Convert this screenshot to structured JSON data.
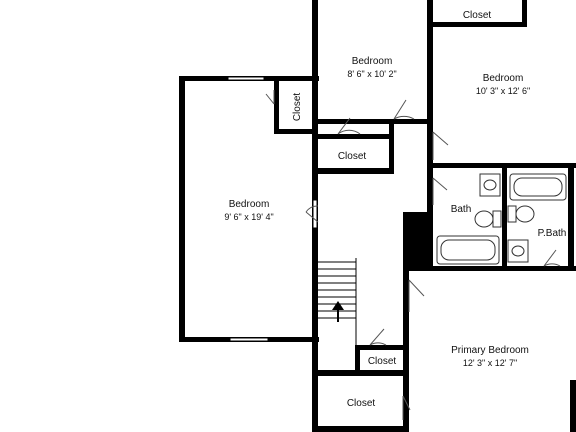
{
  "colors": {
    "wall": "#000000",
    "fixture": "#333333",
    "background": "#ffffff",
    "door": "#444444"
  },
  "rooms": {
    "bedroom_left": {
      "name": "Bedroom",
      "dims": "9' 6\" x 19' 4\""
    },
    "bedroom_top_mid": {
      "name": "Bedroom",
      "dims": "8' 6\" x 10' 2\""
    },
    "bedroom_top_right": {
      "name": "Bedroom",
      "dims": "10' 3\" x 12' 6\""
    },
    "primary_bedroom": {
      "name": "Primary Bedroom",
      "dims": "12' 3\" x 12' 7\""
    },
    "bath": {
      "name": "Bath"
    },
    "primary_bath": {
      "name": "P.Bath"
    },
    "closet_top_right": {
      "name": "Closet"
    },
    "closet_left": {
      "name": "Closet"
    },
    "closet_mid": {
      "name": "Closet"
    },
    "closet_stair": {
      "name": "Closet"
    },
    "closet_bottom": {
      "name": "Closet"
    }
  },
  "icons": {
    "stairs": "up-arrow-icon"
  }
}
